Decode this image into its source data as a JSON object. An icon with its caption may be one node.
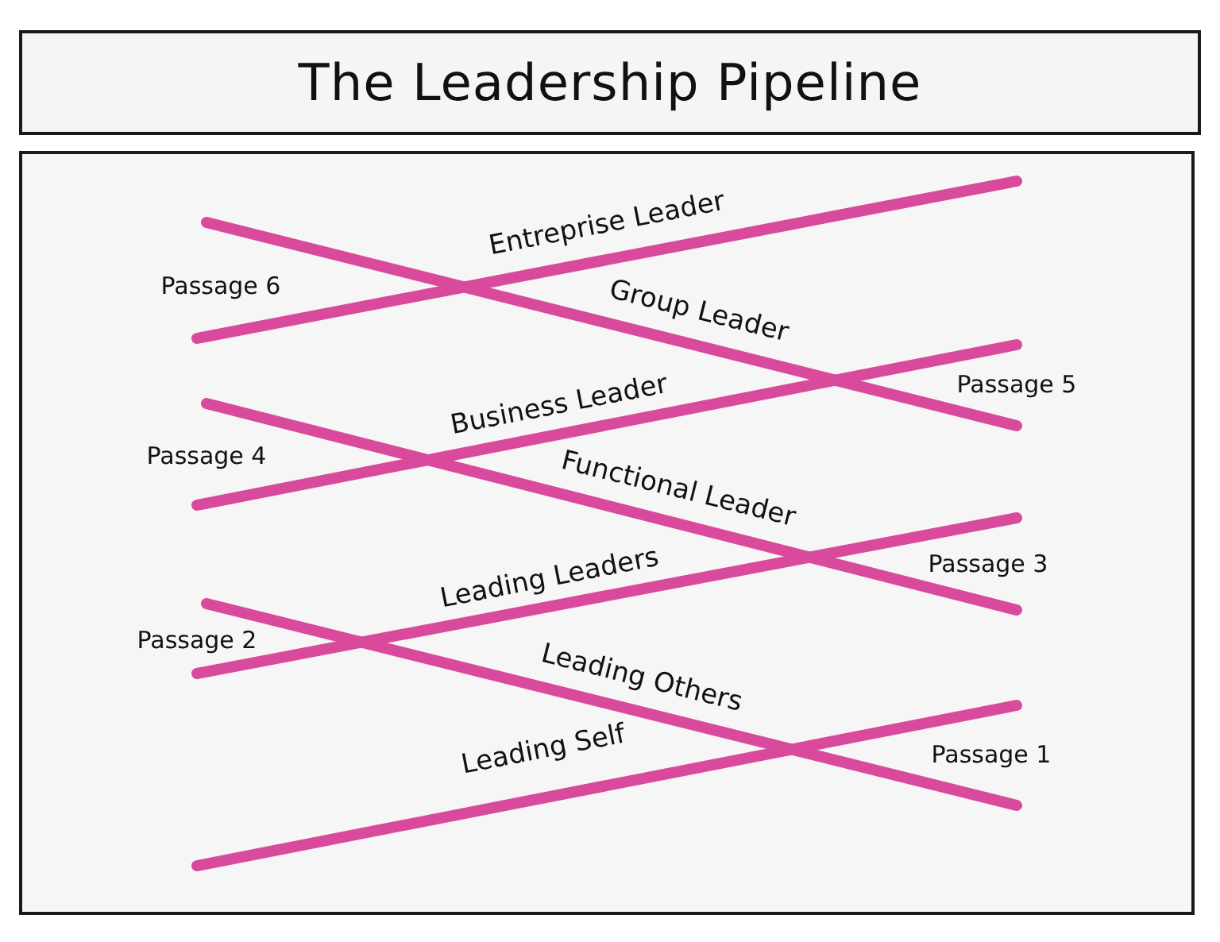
{
  "diagram": {
    "title": "The Leadership Pipeline",
    "labels": [
      "Entreprise Leader",
      "Passage 6",
      "Group Leader",
      "Passage 5",
      "Business Leader",
      "Passage 4",
      "Functional Leader",
      "Passage 3",
      "Leading Leaders",
      "Passage 2",
      "Leading Others",
      "Passage 1",
      "Leading Self"
    ]
  }
}
